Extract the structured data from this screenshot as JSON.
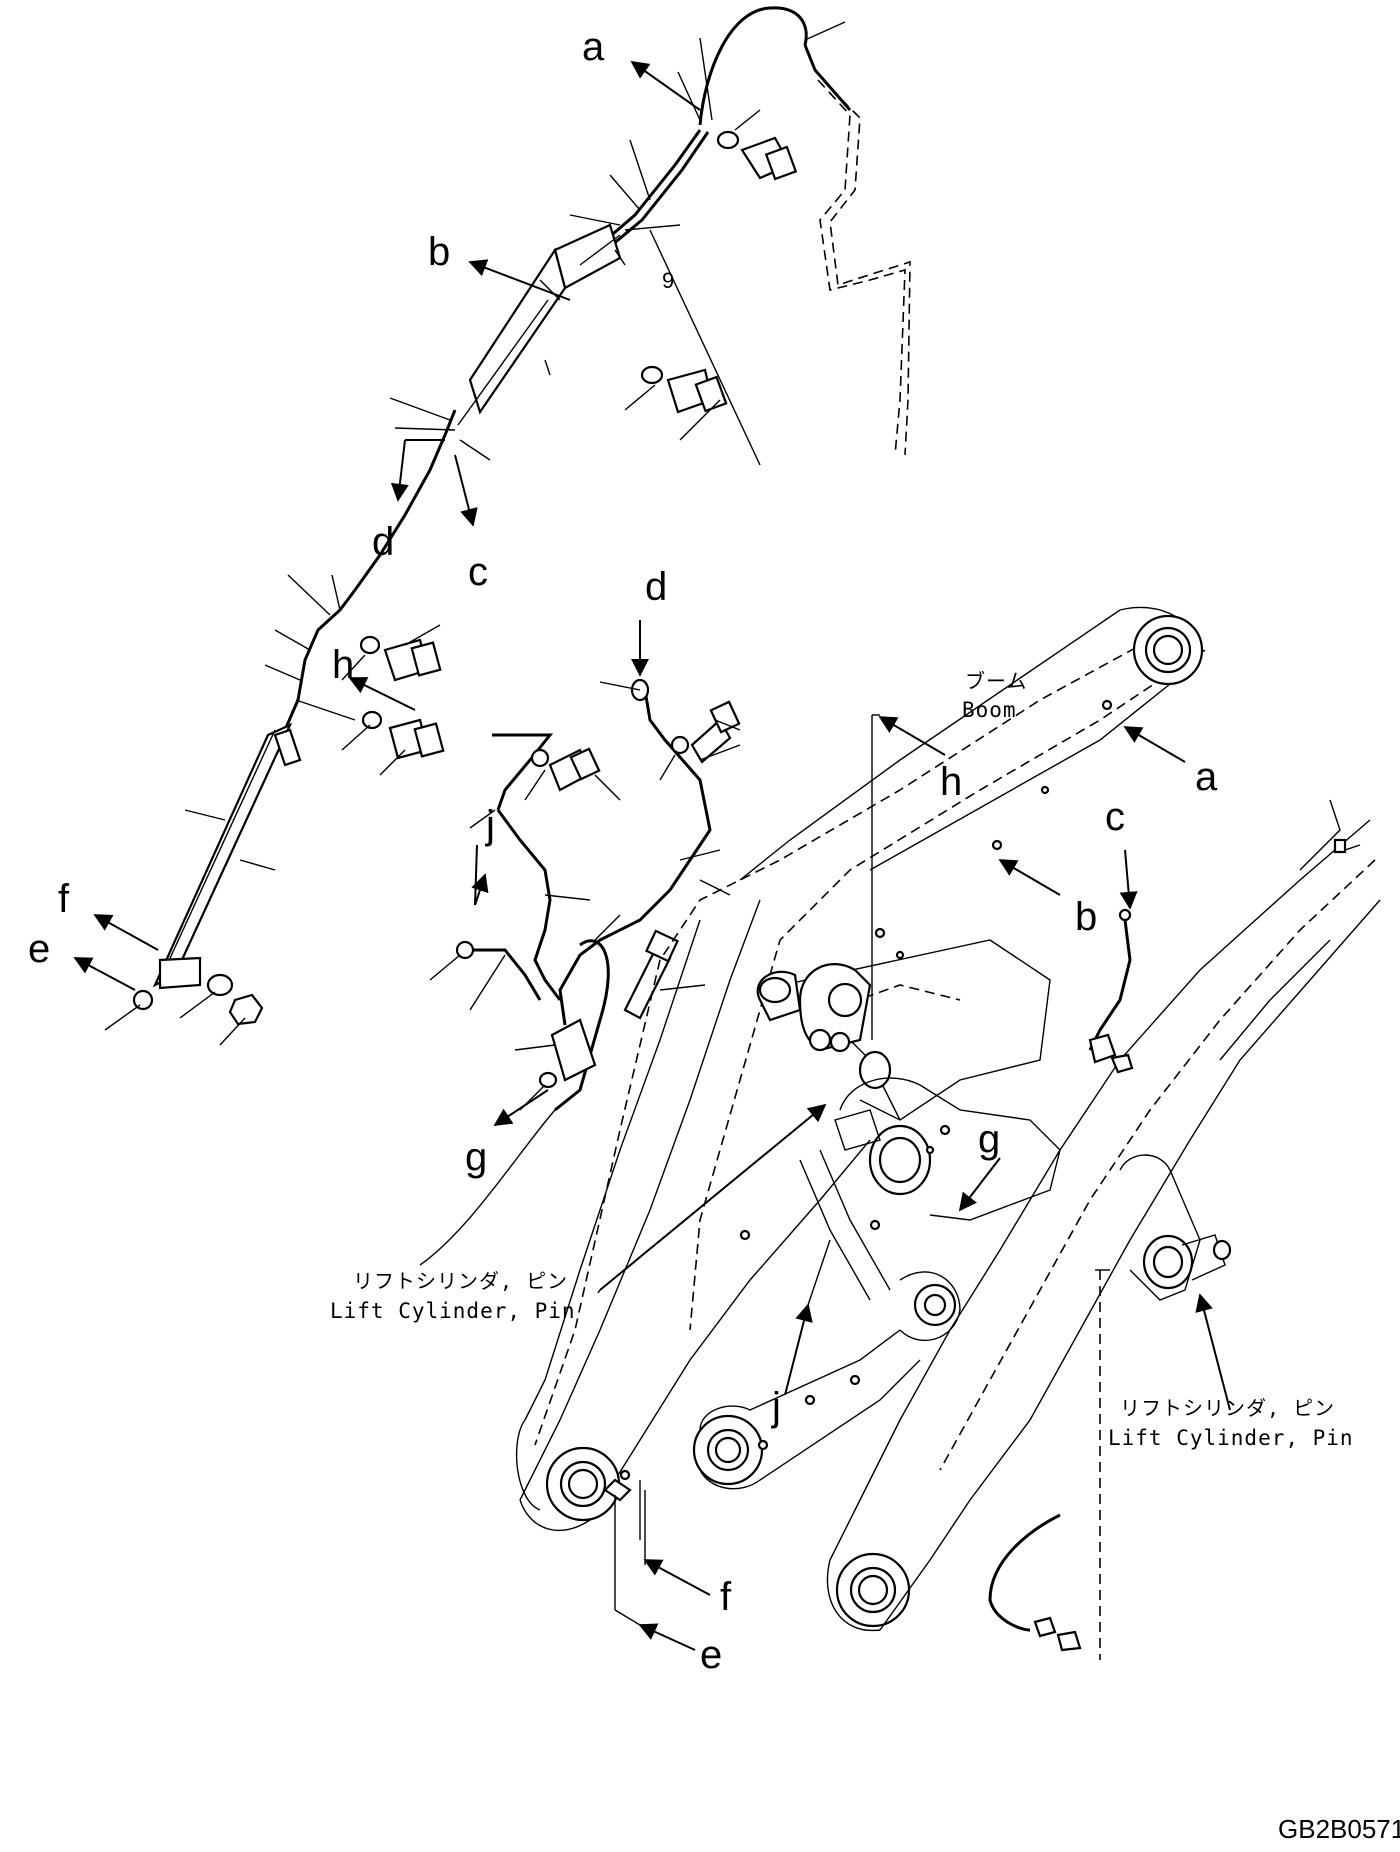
{
  "callouts": {
    "a_top": "a",
    "b_top": "b",
    "c_top": "c",
    "d_top": "d",
    "h_top": "h",
    "f_left": "f",
    "e_left": "e",
    "j_mid": "j",
    "d_mid": "d",
    "g_mid": "g",
    "h_right": "h",
    "a_right": "a",
    "b_right": "b",
    "c_right": "c",
    "g_right": "g",
    "j_lower": "j",
    "f_lower": "f",
    "e_lower": "e",
    "nine": "9"
  },
  "boom_label": {
    "jp": "ブーム",
    "en": "Boom"
  },
  "pin_label_left": {
    "jp": "リフトシリンダ, ピン",
    "en": "Lift Cylinder, Pin"
  },
  "pin_label_right": {
    "jp": "リフトシリンダ, ピン",
    "en": "Lift Cylinder, Pin"
  },
  "drawing_code": "GB2B0571"
}
